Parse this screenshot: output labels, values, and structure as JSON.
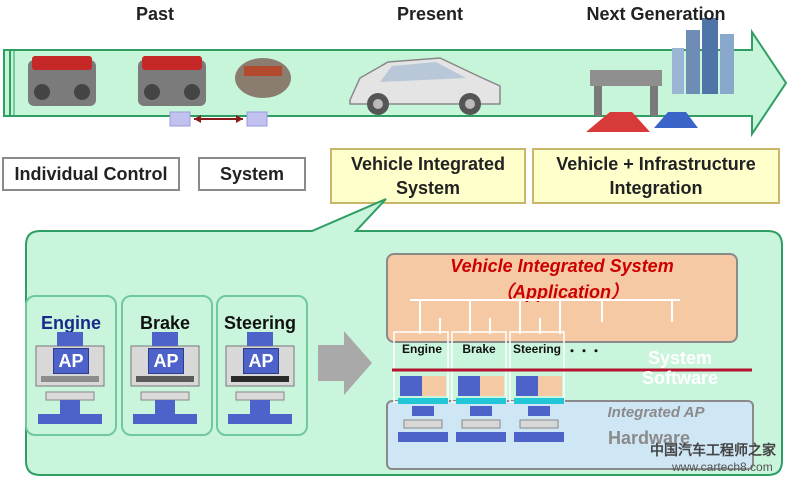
{
  "eras": {
    "past": "Past",
    "present": "Present",
    "next": "Next Generation"
  },
  "stages": {
    "individual": "Individual Control",
    "system": "System",
    "vehicle_integrated": [
      "Vehicle Integrated",
      "System"
    ],
    "vehicle_infra": [
      "Vehicle + Infrastructure",
      "Integration"
    ]
  },
  "controls": [
    {
      "label": "Engine",
      "ap": "AP"
    },
    {
      "label": "Brake",
      "ap": "AP"
    },
    {
      "label": "Steering",
      "ap": "AP"
    }
  ],
  "integrated": {
    "title": "Vehicle Integrated System",
    "subtitle": "（Application）",
    "labels": [
      "Engine",
      "Brake",
      "Steering"
    ],
    "ellipsis": "・・・",
    "system_software": [
      "System",
      "Software"
    ],
    "integrated_ap": "Integrated AP",
    "hardware": "Hardware"
  },
  "watermark": {
    "cn": "中国汽车工程师之家",
    "url": "www.cartech8.com"
  },
  "colors": {
    "arrow_fill": "#c6f5d9",
    "panel_fill": "#c9f5dc",
    "app_fill": "#f5c9a3",
    "app_title": "#cc0000",
    "ap_blue": "#4d63c9"
  }
}
